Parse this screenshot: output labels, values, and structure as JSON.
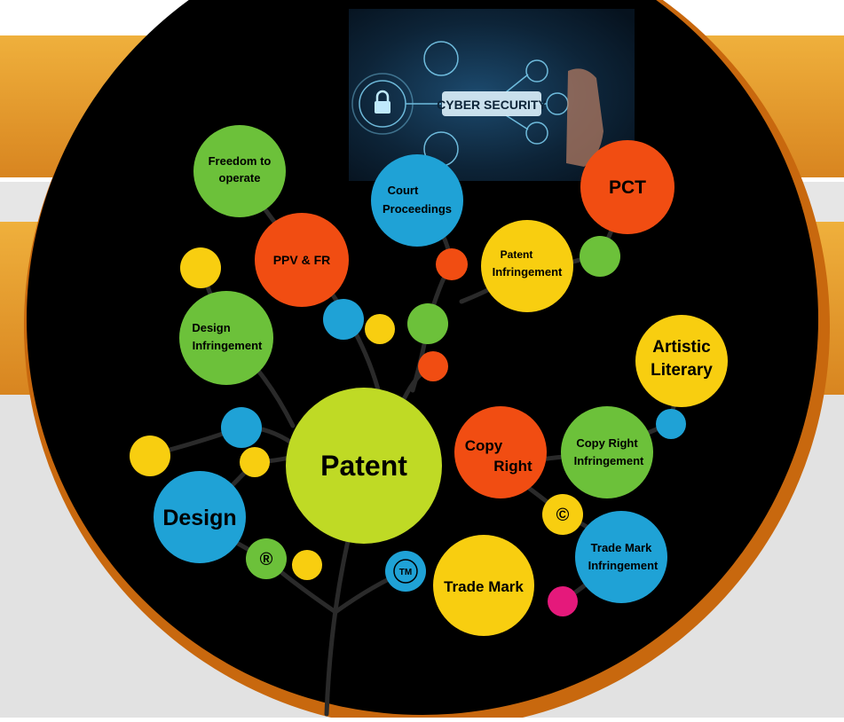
{
  "colors": {
    "orange_band": "#E39A2D",
    "orange_ring": "#C8680E",
    "gray_band": "#E2E2E2",
    "black": "#000000",
    "green": "#6CC13A",
    "red": "#F14D12",
    "blue": "#1FA2D6",
    "yellow": "#F8CE10",
    "lime": "#BFDA25",
    "pink": "#E5197B"
  },
  "banner": {
    "text": "CYBER SECURITY"
  },
  "nodes": {
    "patent": "Patent",
    "copy_right": [
      "Copy",
      "Right"
    ],
    "design": "Design",
    "trade_mark": "Trade Mark",
    "pct": "PCT",
    "artistic_literary": [
      "Artistic",
      "Literary"
    ],
    "freedom_to_operate": [
      "Freedom to",
      "operate"
    ],
    "ppv_fr": "PPV & FR",
    "court_proceedings": [
      "Court",
      "Proceedings"
    ],
    "patent_infringement": [
      "Patent",
      "Infringement"
    ],
    "design_infringement": [
      "Design",
      "Infringement"
    ],
    "copy_right_infringement": [
      "Copy Right",
      "Infringement"
    ],
    "trade_mark_infringement": [
      "Trade Mark",
      "Infringement"
    ]
  },
  "symbols": {
    "registered": "®",
    "copyright": "©",
    "trademark": "TM"
  }
}
